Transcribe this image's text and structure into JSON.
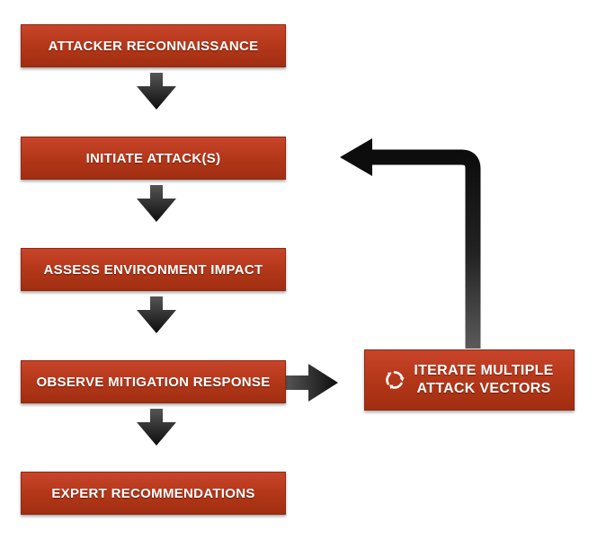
{
  "steps": [
    {
      "label": "ATTACKER RECONNAISSANCE"
    },
    {
      "label": "INITIATE ATTACK(S)"
    },
    {
      "label": "ASSESS ENVIRONMENT IMPACT"
    },
    {
      "label": "OBSERVE MITIGATION RESPONSE"
    },
    {
      "label": "EXPERT RECOMMENDATIONS"
    }
  ],
  "iterate": {
    "label": "ITERATE MULTIPLE\nATTACK VECTORS",
    "icon": "cycle-arrows-icon"
  },
  "colors": {
    "box_fill": "#b23618",
    "box_text": "#ffffff",
    "arrow": "#1a1a1a"
  }
}
